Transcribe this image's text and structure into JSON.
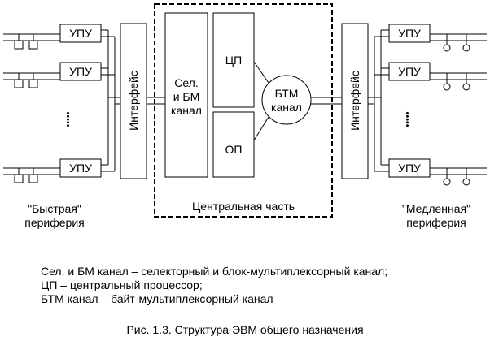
{
  "blocks": {
    "upu": "УПУ",
    "interface": "Интерфейс",
    "sel_channel": [
      "Сел.",
      "и БМ",
      "канал"
    ],
    "cp": "ЦП",
    "op": "ОП",
    "btm_channel": [
      "БТМ",
      "канал"
    ],
    "central_part": "Центральная часть",
    "ellipsis": "•••••"
  },
  "labels": {
    "fast_periphery": [
      "\"Быстрая\"",
      "периферия"
    ],
    "slow_periphery": [
      "\"Медленная\"",
      "периферия"
    ]
  },
  "legend": [
    "Сел. и БМ канал – селекторный и блок-мультиплексорный канал;",
    "ЦП – центральный процессор;",
    "БТМ канал – байт-мультиплексорный канал"
  ],
  "caption": "Рис. 1.3. Структура ЭВМ общего назначения"
}
